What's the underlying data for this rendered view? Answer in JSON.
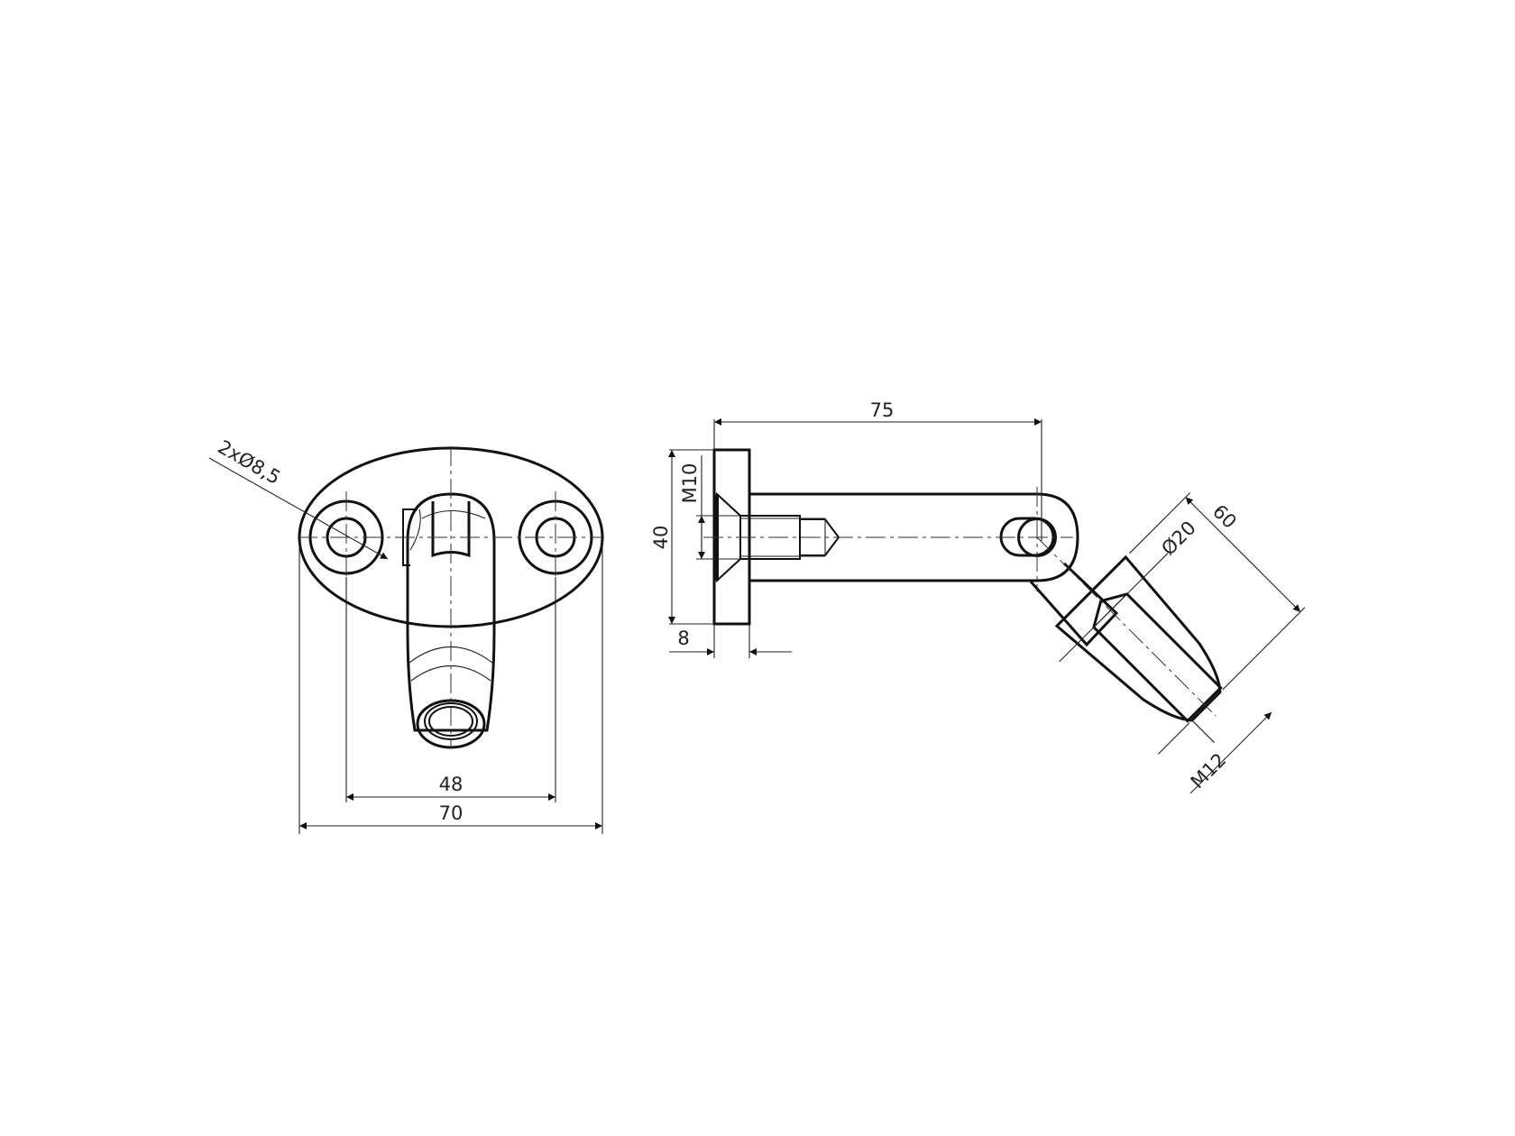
{
  "drawing": {
    "type": "technical-drawing",
    "subject": "Handrail bracket with oval base plate and angled tapered tube",
    "views": [
      {
        "name": "front-view",
        "description": "Oval base plate with two holes and tapered tube"
      },
      {
        "name": "side-section-view",
        "description": "Sectioned side view with bolt, arm and angled tube"
      }
    ]
  },
  "dimensions": {
    "holes": "2xØ8,5",
    "hole_spacing": "48",
    "plate_width": "70",
    "arm_length": "75",
    "plate_height": "40",
    "bolt_thread": "M10",
    "plate_thickness": "8",
    "tube_diameter": "Ø20",
    "tube_length": "60",
    "tube_thread": "M12"
  },
  "colors": {
    "line": "#111111",
    "background": "#ffffff"
  }
}
